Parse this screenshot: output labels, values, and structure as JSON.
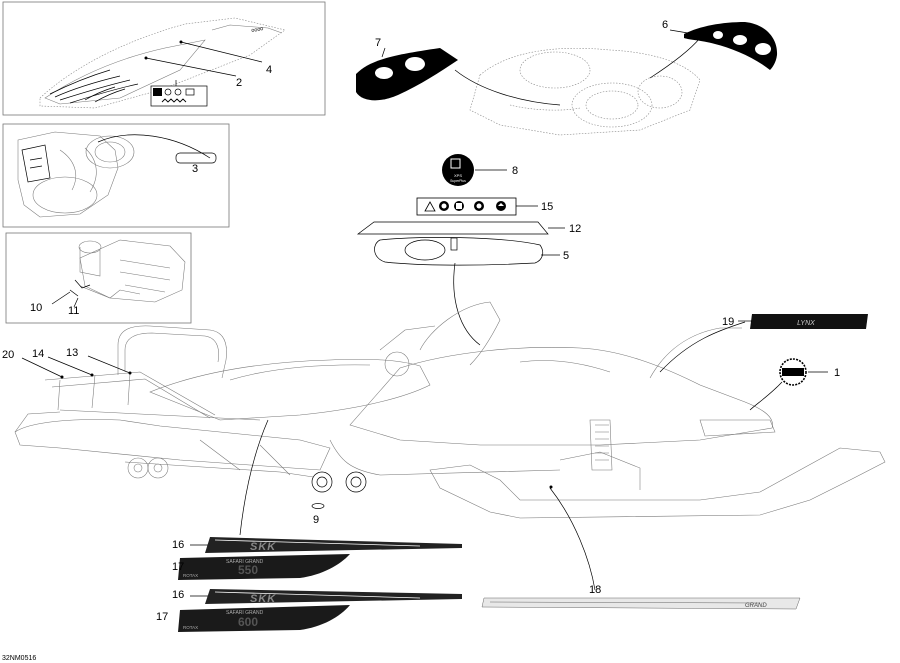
{
  "diagram": {
    "part_numbers": {
      "p1": "1",
      "p2": "2",
      "p3": "3",
      "p4": "4",
      "p5": "5",
      "p6": "6",
      "p7": "7",
      "p8": "8",
      "p9": "9",
      "p10": "10",
      "p11": "11",
      "p12": "12",
      "p13": "13",
      "p14": "14",
      "p15": "15",
      "p16a": "16",
      "p16b": "16",
      "p17a": "17",
      "p17b": "17",
      "p18": "18",
      "p19": "19",
      "p20": "20"
    },
    "drawing_code": "32NM0516"
  }
}
